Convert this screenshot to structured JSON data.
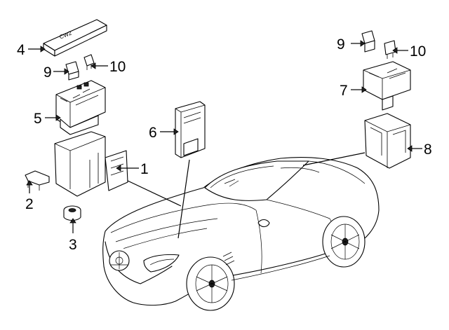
{
  "diagram": {
    "callouts": [
      {
        "key": "c4",
        "text": "4"
      },
      {
        "key": "c9a",
        "text": "9"
      },
      {
        "key": "c10a",
        "text": "10"
      },
      {
        "key": "c5",
        "text": "5"
      },
      {
        "key": "c1",
        "text": "1"
      },
      {
        "key": "c2",
        "text": "2"
      },
      {
        "key": "c3",
        "text": "3"
      },
      {
        "key": "c6",
        "text": "6"
      },
      {
        "key": "c9b",
        "text": "9"
      },
      {
        "key": "c10b",
        "text": "10"
      },
      {
        "key": "c7",
        "text": "7"
      },
      {
        "key": "c8",
        "text": "8"
      }
    ],
    "part_labels": {
      "fuse_box_cover_marking": "CW2"
    }
  }
}
